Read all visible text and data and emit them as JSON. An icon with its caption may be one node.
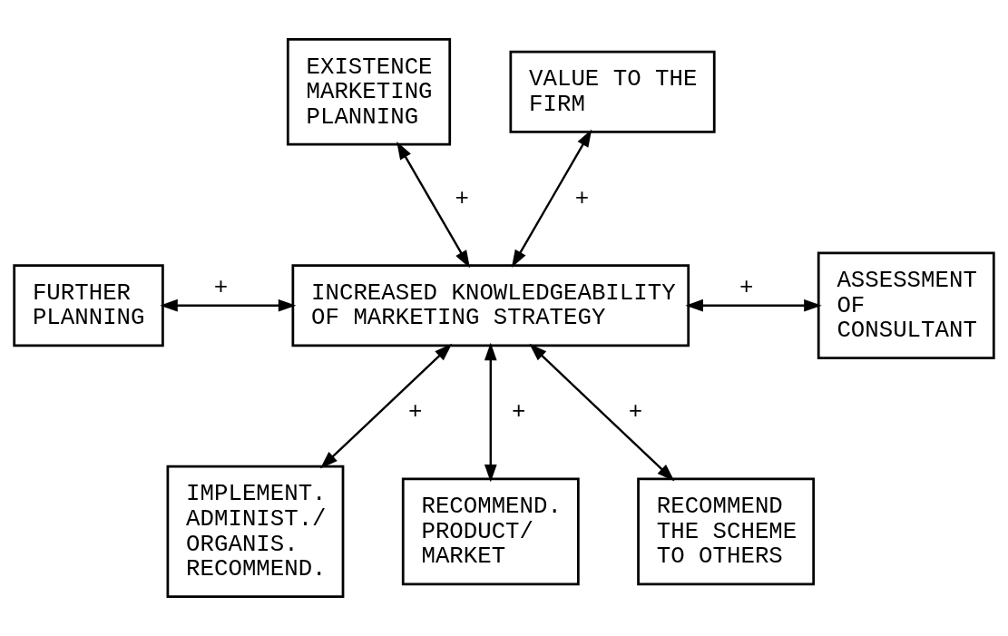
{
  "diagram": {
    "nodes": [
      {
        "text": [
          "EXISTENCE MARKETING PLANNING"
        ]
      },
      {
        "text": [
          "VALUE TO THE FIRM"
        ]
      },
      {
        "text": [
          "FURTHER PLANNING"
        ]
      },
      {
        "text": [
          "INCREASED KNOWLEDGEABILITY OF MARKETING STRATEGY"
        ]
      },
      {
        "text": [
          "ASSESSMENT OF CONSULTANT"
        ]
      },
      {
        "text": [
          "IMPLEMENT. ADMINIST./ ORGANIS. RECOMMEND."
        ]
      },
      {
        "text": [
          "RECOMMEND. PRODUCT/ MARKET"
        ]
      },
      {
        "text": [
          "RECOMMEND THE SCHEME TO OTHERS"
        ]
      }
    ],
    "edges": [
      {
        "from": 0,
        "to": 3,
        "arrow": "both",
        "label": "+"
      },
      {
        "from": 1,
        "to": 3,
        "arrow": "both",
        "label": "+"
      },
      {
        "from": 2,
        "to": 3,
        "arrow": "both",
        "label": "+"
      },
      {
        "from": 3,
        "to": 4,
        "arrow": "both",
        "label": "+"
      },
      {
        "from": 3,
        "to": 5,
        "arrow": "both",
        "label": "+"
      },
      {
        "from": 3,
        "to": 6,
        "arrow": "both",
        "label": "+"
      },
      {
        "from": 3,
        "to": 7,
        "arrow": "both",
        "label": "+"
      }
    ]
  }
}
